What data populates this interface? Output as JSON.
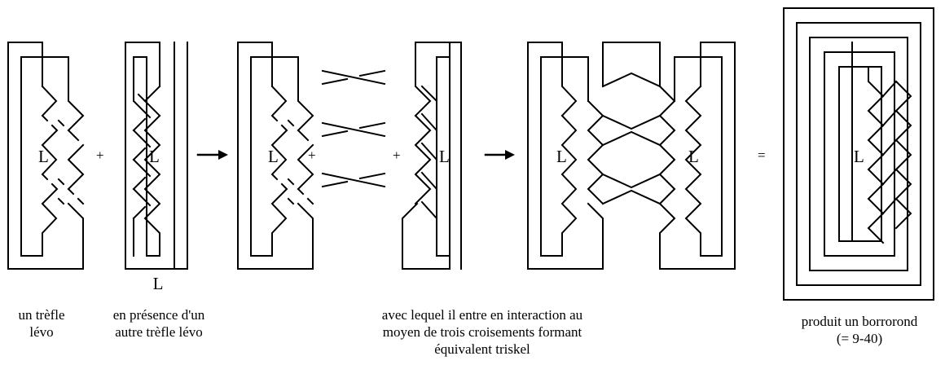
{
  "figure": {
    "knot_label": "L",
    "plus_sign": "+",
    "equals_sign": "=",
    "result_label": "L"
  },
  "captions": {
    "first": "un trèfle\nlévo",
    "second_label": "L",
    "second": "en présence d'un\nautre trèfle lévo",
    "middle": "avec lequel il entre en interaction au\nmoyen de trois croisements formant\néquivalent triskel",
    "result": "produit un borrorond\n(= 9-40)"
  }
}
